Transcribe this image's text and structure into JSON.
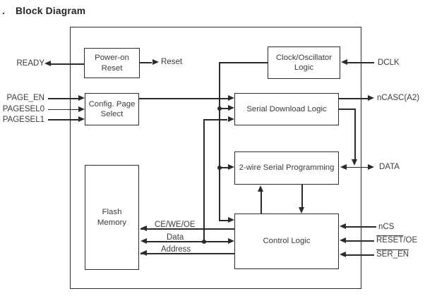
{
  "title": {
    "prefix": ".",
    "text": "Block Diagram"
  },
  "blocks": {
    "power_on_reset": {
      "line1": "Power-on",
      "line2": "Reset"
    },
    "clock_oscillator": {
      "line1": "Clock/Oscillator",
      "line2": "Logic"
    },
    "config_page_select": {
      "line1": "Config. Page",
      "line2": "Select"
    },
    "serial_download_logic": {
      "label": "Serial Download Logic"
    },
    "two_wire_serial_programming": {
      "label": "2-wire Serial Programming"
    },
    "flash_memory": {
      "line1": "Flash",
      "line2": "Memory"
    },
    "control_logic": {
      "label": "Control Logic"
    }
  },
  "pins": {
    "ready": "READY",
    "page_en": "PAGE_EN",
    "pagesel0": "PAGESEL0",
    "pagesel1": "PAGESEL1",
    "dclk": "DCLK",
    "ncasc": "nCASC(A2)",
    "data": "DATA",
    "ncs": "nCS",
    "reset_oe_overlined": "RESET",
    "reset_oe_suffix": "/OE",
    "ser_en": "SER_EN"
  },
  "internal_signals": {
    "reset": "Reset",
    "ce_we_oe": "CE/WE/OE",
    "data": "Data",
    "address": "Address"
  },
  "colors": {
    "line": "#2b2b2c",
    "text": "#3b3b3d",
    "title": "#242426",
    "background": "#ffffff"
  }
}
